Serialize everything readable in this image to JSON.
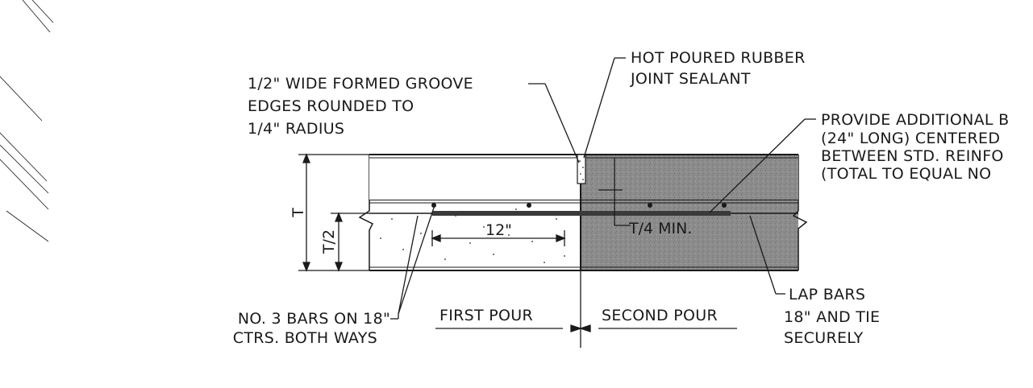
{
  "notes": {
    "groove": [
      "1/2\" WIDE FORMED GROOVE",
      "EDGES ROUNDED TO",
      "1/4\" RADIUS"
    ],
    "sealant": [
      "HOT POURED RUBBER",
      "JOINT SEALANT"
    ],
    "additional": [
      "PROVIDE ADDITIONAL B",
      "(24\" LONG) CENTERED",
      "BETWEEN STD. REINFO",
      "(TOTAL TO EQUAL NO"
    ],
    "bars": [
      "NO. 3 BARS ON 18\"",
      "CTRS. BOTH WAYS"
    ],
    "lap": [
      "LAP BARS",
      "18\" AND TIE",
      "SECURELY"
    ]
  },
  "dimensions": {
    "thickness": "T",
    "half_thickness": "T/2",
    "embed": "12\"",
    "quarter_min": "T/4 MIN."
  },
  "pours": {
    "first": "FIRST POUR",
    "second": "SECOND POUR"
  },
  "colors": {
    "ink": "#1a1a1a",
    "second_pour_fill": "#8c8c8c"
  }
}
